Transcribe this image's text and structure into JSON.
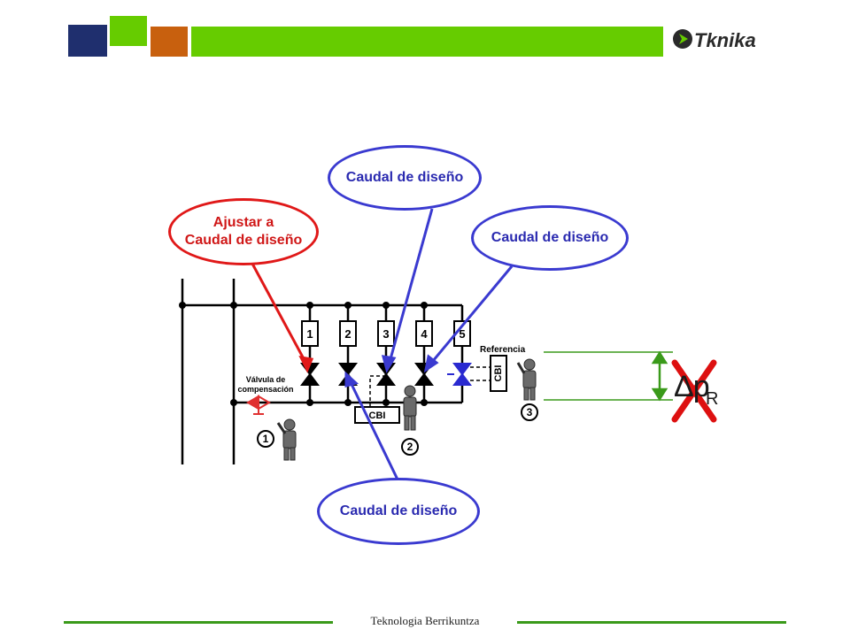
{
  "header": {
    "logo_text": "Tknika",
    "colors": {
      "navy": "#1f2f6e",
      "green": "#66cc00",
      "orange": "#c8600e"
    }
  },
  "callouts": {
    "red": "Ajustar a\nCaudal de diseño",
    "top": "Caudal de diseño",
    "right": "Caudal de diseño",
    "bottom": "Caudal de diseño"
  },
  "schematic": {
    "valve_numbers": [
      "1",
      "2",
      "3",
      "4",
      "5"
    ],
    "reference_label": "Referencia",
    "cbi_label": "CBI",
    "compensation_label": "Válvula de\ncompensación",
    "operator_numbers": [
      "1",
      "2",
      "3"
    ]
  },
  "pressure": {
    "symbol": "∆p",
    "subscript": "R"
  },
  "footer": {
    "text": "Teknologia Berrikuntza"
  }
}
